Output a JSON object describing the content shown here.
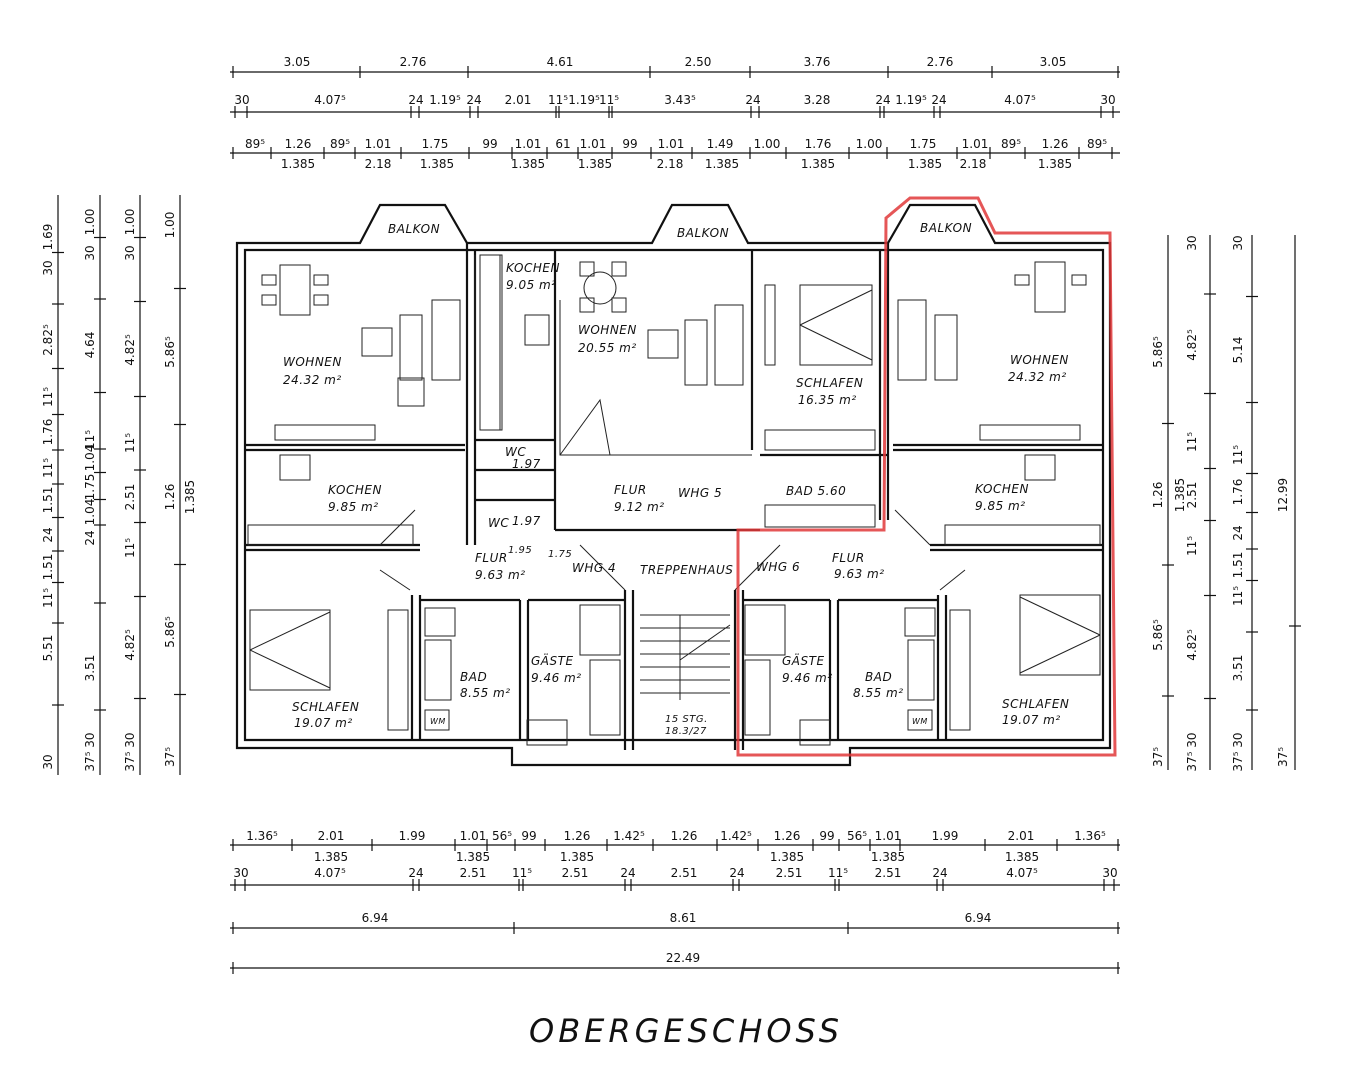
{
  "title": "OBERGESCHOSS",
  "highlight_color": "#e0383a",
  "rooms": {
    "balkon_left": "BALKON",
    "balkon_mid": "BALKON",
    "balkon_right": "BALKON",
    "wohnen_l": {
      "name": "WOHNEN",
      "area": "24.32  m²"
    },
    "kochen_5": {
      "name": "KOCHEN",
      "area": "9.05  m²"
    },
    "wohnen_5": {
      "name": "WOHNEN",
      "area": "20.55  m²"
    },
    "schlafen_5": {
      "name": "SCHLAFEN",
      "area": "16.35  m²"
    },
    "wohnen_r": {
      "name": "WOHNEN",
      "area": "24.32  m²"
    },
    "wc1": {
      "name": "WC",
      "area": "1.97"
    },
    "wc2": {
      "name": "WC",
      "area": "1.97"
    },
    "kochen_l": {
      "name": "KOCHEN",
      "area": "9.85  m²"
    },
    "kochen_r": {
      "name": "KOCHEN",
      "area": "9.85  m²"
    },
    "flur_5": {
      "name": "FLUR",
      "area": "9.12  m²"
    },
    "whg5": "WHG  5",
    "bad_5": "BAD 5.60",
    "flur_4": {
      "name": "FLUR",
      "area": "9.63  m²"
    },
    "flur_4_dims": [
      "1.95",
      "1.75"
    ],
    "whg4": "WHG  4",
    "treppenhaus": "TREPPENHAUS",
    "whg6": "WHG  6",
    "flur_6": {
      "name": "FLUR",
      "area": "9.63  m²"
    },
    "bad_4": {
      "name": "BAD",
      "area": "8.55  m²"
    },
    "gaeste_4": {
      "name": "GÄSTE",
      "area": "9.46  m²"
    },
    "stairs": {
      "steps": "15  STG.",
      "ratio": "18.3/27"
    },
    "gaeste_6": {
      "name": "GÄSTE",
      "area": "9.46  m²"
    },
    "bad_6": {
      "name": "BAD",
      "area": "8.55  m²"
    },
    "schlafen_r": {
      "name": "SCHLAFEN",
      "area": "19.07  m²"
    },
    "schlafen_l": {
      "name": "SCHLAFEN",
      "area": "19.07  m²"
    },
    "wm": "WM"
  },
  "dims": {
    "top1": [
      "3.05",
      "2.76",
      "4.61",
      "2.50",
      "3.76",
      "2.76",
      "3.05"
    ],
    "top2": [
      "30",
      "4.07⁵",
      "24",
      "1.19⁵",
      "24",
      "2.01",
      "11⁵",
      "1.19⁵",
      "11⁵",
      "3.43⁵",
      "24",
      "3.28",
      "24",
      "1.19⁵",
      "24",
      "4.07⁵",
      "30"
    ],
    "top3a": [
      "89⁵",
      "1.26",
      "89⁵",
      "1.01",
      "1.75",
      "99",
      "1.01",
      "61",
      "1.01",
      "99",
      "1.01",
      "1.49",
      "1.00",
      "1.76",
      "1.00",
      "1.75",
      "1.01",
      "89⁵",
      "1.26",
      "89⁵"
    ],
    "top3b": [
      "1.385",
      "2.18",
      "1.385",
      "1.385",
      "1.385",
      "2.18",
      "1.385",
      "1.385",
      "1.385",
      "2.18",
      "1.385"
    ],
    "bot1a": [
      "1.36⁵",
      "2.01",
      "1.99",
      "1.01",
      "56⁵",
      "99",
      "1.26",
      "1.42⁵",
      "1.26",
      "1.42⁵",
      "1.26",
      "99",
      "56⁵",
      "1.01",
      "1.99",
      "2.01",
      "1.36⁵"
    ],
    "bot1b": [
      "1.385",
      "1.385",
      "1.385",
      "1.385",
      "1.385",
      "1.385"
    ],
    "bot2": [
      "30",
      "4.07⁵",
      "24",
      "2.51",
      "11⁵",
      "2.51",
      "24",
      "2.51",
      "24",
      "2.51",
      "11⁵",
      "2.51",
      "24",
      "4.07⁵",
      "30"
    ],
    "bot3": [
      "6.94",
      "8.61",
      "6.94"
    ],
    "bot4": [
      "22.49"
    ],
    "left1": [
      "1.69",
      "30",
      "2.82⁵",
      "11⁵",
      "1.76",
      "11⁵",
      "1.51",
      "24",
      "1.51",
      "11⁵",
      "5.51",
      "30"
    ],
    "left2": [
      "1.00",
      "30",
      "4.64",
      "11⁵",
      "1.04",
      "1.75",
      "1.04",
      "24",
      "3.51",
      "37⁵ 30"
    ],
    "left3": [
      "1.00",
      "30",
      "4.82⁵",
      "11⁵",
      "2.51",
      "11⁵",
      "4.82⁵",
      "37⁵ 30"
    ],
    "left4": [
      "1.00",
      "5.86⁵",
      "1.26",
      "5.86⁵",
      "37⁵"
    ],
    "left5": [
      "1.385"
    ],
    "right1": [
      "5.86⁵",
      "1.26",
      "5.86⁵",
      "37⁵"
    ],
    "right2": [
      "1.385"
    ],
    "right3": [
      "30",
      "4.82⁵",
      "11⁵",
      "2.51",
      "11⁵",
      "4.82⁵",
      "37⁵ 30"
    ],
    "right4": [
      "30",
      "5.14",
      "11⁵",
      "1.76",
      "24",
      "1.51",
      "11⁵",
      "3.51",
      "37⁵ 30"
    ],
    "right5": [
      "12.99",
      "37⁵"
    ]
  }
}
